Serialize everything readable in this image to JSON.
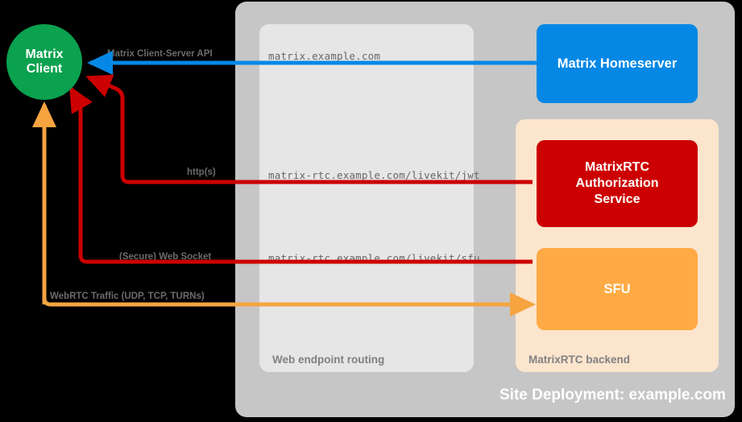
{
  "containers": {
    "site_deployment_caption": "Site Deployment: example.com",
    "web_routing_caption": "Web endpoint routing",
    "rtc_backend_caption": "MatrixRTC backend"
  },
  "nodes": {
    "client_line1": "Matrix",
    "client_line2": "Client",
    "homeserver": "Matrix Homeserver",
    "auth_line1": "MatrixRTC",
    "auth_line2": "Authorization",
    "auth_line3": "Service",
    "sfu": "SFU"
  },
  "endpoints": {
    "matrix": "matrix.example.com",
    "jwt": "matrix-rtc.example.com/livekit/jwt",
    "sfu": "matrix-rtc.example.com/livekit/sfu"
  },
  "edges": {
    "cs_api": "Matrix Client-Server API",
    "https": "http(s)",
    "websocket": "(Secure) Web Socket",
    "webrtc": "WebRTC Traffic (UDP, TCP, TURNs)"
  },
  "colors": {
    "background": "#000000",
    "site_deployment": "#c6c6c6",
    "web_routing": "#e6e6e6",
    "rtc_backend": "#fce5cd",
    "client_green": "#0aa14f",
    "homeserver_blue": "#0588e5",
    "auth_red": "#cc0000",
    "sfu_orange": "#ffaa44",
    "edge_blue": "#0588e5",
    "edge_red": "#cc0000",
    "edge_orange": "#f5a440",
    "caption_gray": "#808080",
    "url_gray": "#666666"
  }
}
